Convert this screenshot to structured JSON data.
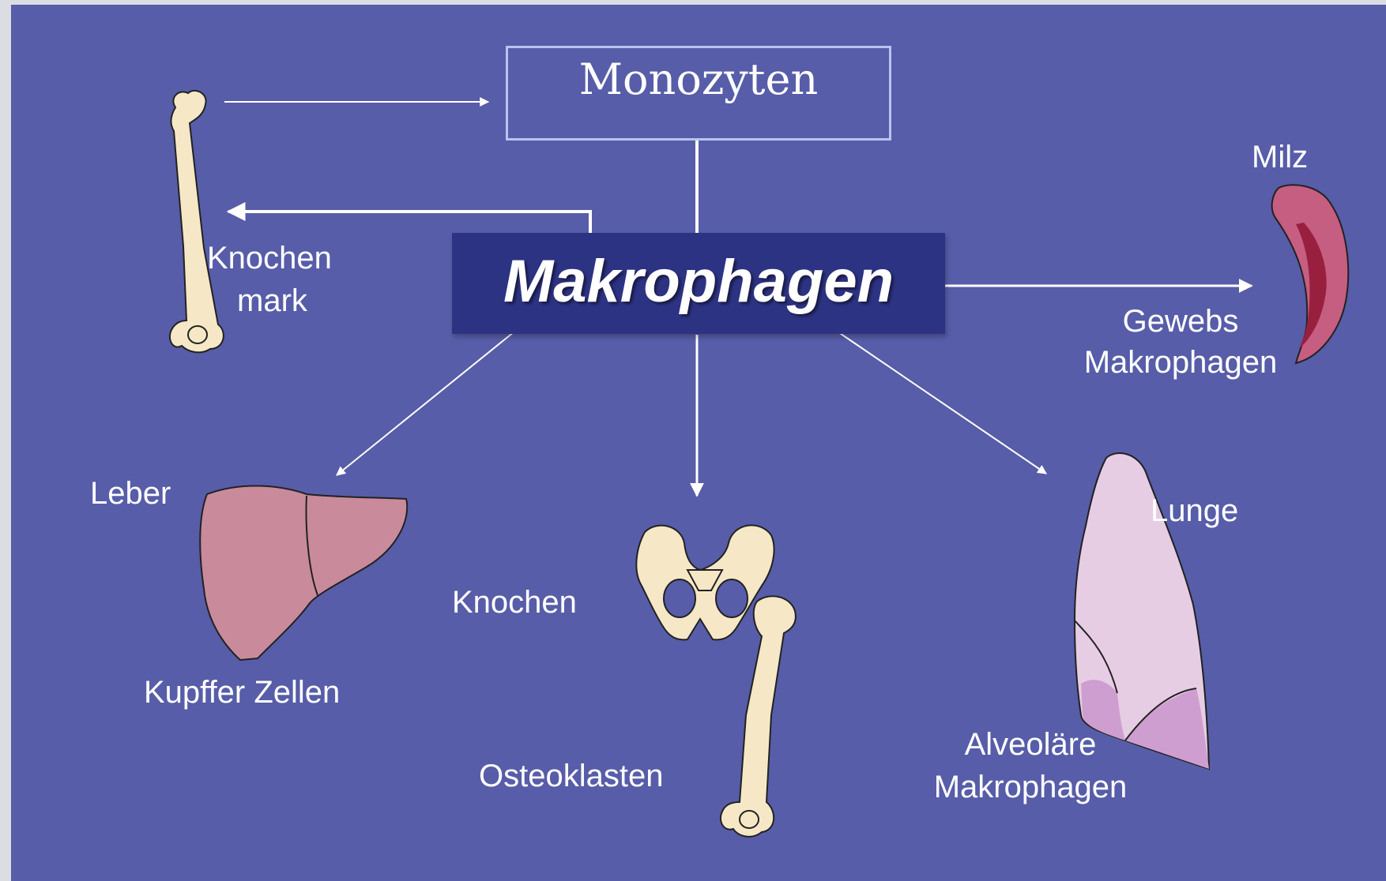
{
  "diagram": {
    "top_node": "Monozyten",
    "center_node": "Makrophagen",
    "colors": {
      "background": "#575da8",
      "center_box": "#2d3383",
      "bone": "#f6e8c6",
      "liver": "#c98a9c",
      "lung": "#e6cde4",
      "spleen": "#c55e80"
    },
    "organs": {
      "bone_marrow": {
        "label_line1": "Knochen",
        "label_line2": "mark"
      },
      "spleen": {
        "name": "Milz",
        "cell_line1": "Gewebs",
        "cell_line2": "Makrophagen"
      },
      "liver": {
        "name": "Leber",
        "cell": "Kupffer Zellen"
      },
      "bone": {
        "name": "Knochen",
        "cell": "Osteoklasten"
      },
      "lung": {
        "name": "Lunge",
        "cell_line1": "Alveoläre",
        "cell_line2": "Makrophagen"
      }
    }
  }
}
